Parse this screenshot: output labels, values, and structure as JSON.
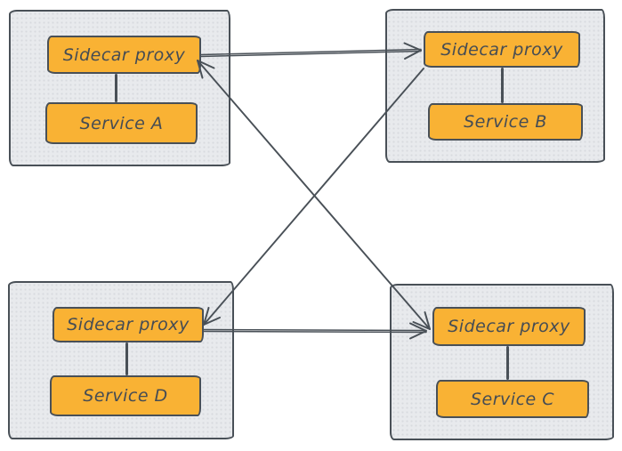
{
  "colors": {
    "stroke": "#495057",
    "node_fill": "#f9b234",
    "pod_fill": "#e8eaed",
    "background": "#ffffff"
  },
  "pods": [
    {
      "position": "top-left",
      "proxy_label": "Sidecar proxy",
      "service_label": "Service A"
    },
    {
      "position": "top-right",
      "proxy_label": "Sidecar proxy",
      "service_label": "Service B"
    },
    {
      "position": "bottom-left",
      "proxy_label": "Sidecar proxy",
      "service_label": "Service D"
    },
    {
      "position": "bottom-right",
      "proxy_label": "Sidecar proxy",
      "service_label": "Service C"
    }
  ],
  "edges": [
    {
      "from": "sidecar-proxy-a",
      "to": "sidecar-proxy-b",
      "type": "arrow",
      "arrowheads": "end"
    },
    {
      "from": "sidecar-proxy-d",
      "to": "sidecar-proxy-c",
      "type": "arrow",
      "arrowheads": "end"
    },
    {
      "from": "sidecar-proxy-a",
      "to": "sidecar-proxy-c",
      "type": "arrow",
      "arrowheads": "both"
    },
    {
      "from": "sidecar-proxy-b",
      "to": "sidecar-proxy-d",
      "type": "arrow",
      "arrowheads": "end"
    },
    {
      "from": "sidecar-proxy-a",
      "to": "service-a",
      "type": "link",
      "arrowheads": "none"
    },
    {
      "from": "sidecar-proxy-b",
      "to": "service-b",
      "type": "link",
      "arrowheads": "none"
    },
    {
      "from": "sidecar-proxy-d",
      "to": "service-d",
      "type": "link",
      "arrowheads": "none"
    },
    {
      "from": "sidecar-proxy-c",
      "to": "service-c",
      "type": "link",
      "arrowheads": "none"
    }
  ]
}
